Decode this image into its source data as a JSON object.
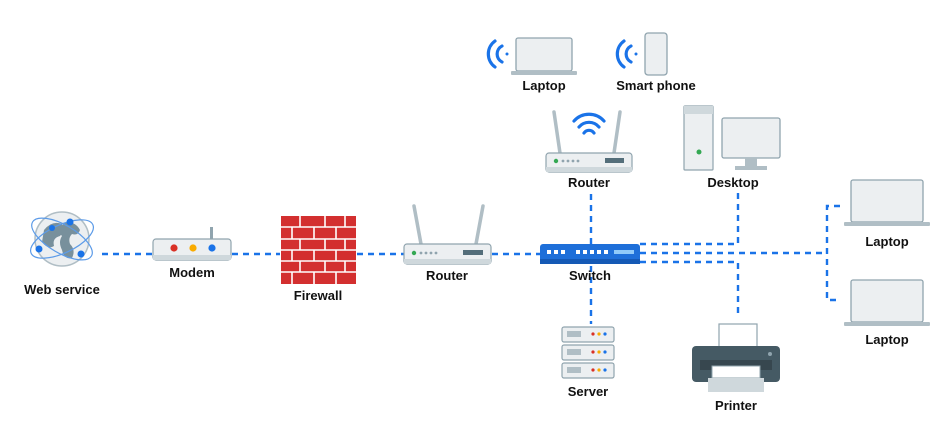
{
  "colors": {
    "link": "#1a73e8",
    "wifi": "#1a73e8",
    "device_light": "#eceff1",
    "device_mid": "#cfd8dc",
    "device_dark": "#90a4ae",
    "firewall": "#d32f2f",
    "switch": "#1e6fd9"
  },
  "nodes": {
    "web_service": {
      "label": "Web service",
      "icon": "globe-icon"
    },
    "modem": {
      "label": "Modem",
      "icon": "modem-icon"
    },
    "firewall": {
      "label": "Firewall",
      "icon": "brick-wall-icon"
    },
    "router_main": {
      "label": "Router",
      "icon": "router-icon"
    },
    "switch": {
      "label": "Switch",
      "icon": "switch-icon"
    },
    "router_wifi": {
      "label": "Router",
      "icon": "wifi-router-icon"
    },
    "laptop_wifi": {
      "label": "Laptop",
      "icon": "laptop-icon"
    },
    "smartphone": {
      "label": "Smart phone",
      "icon": "smartphone-icon"
    },
    "desktop": {
      "label": "Desktop",
      "icon": "desktop-icon"
    },
    "laptop_top": {
      "label": "Laptop",
      "icon": "laptop-icon"
    },
    "laptop_bottom": {
      "label": "Laptop",
      "icon": "laptop-icon"
    },
    "server": {
      "label": "Server",
      "icon": "server-rack-icon"
    },
    "printer": {
      "label": "Printer",
      "icon": "printer-icon"
    }
  }
}
